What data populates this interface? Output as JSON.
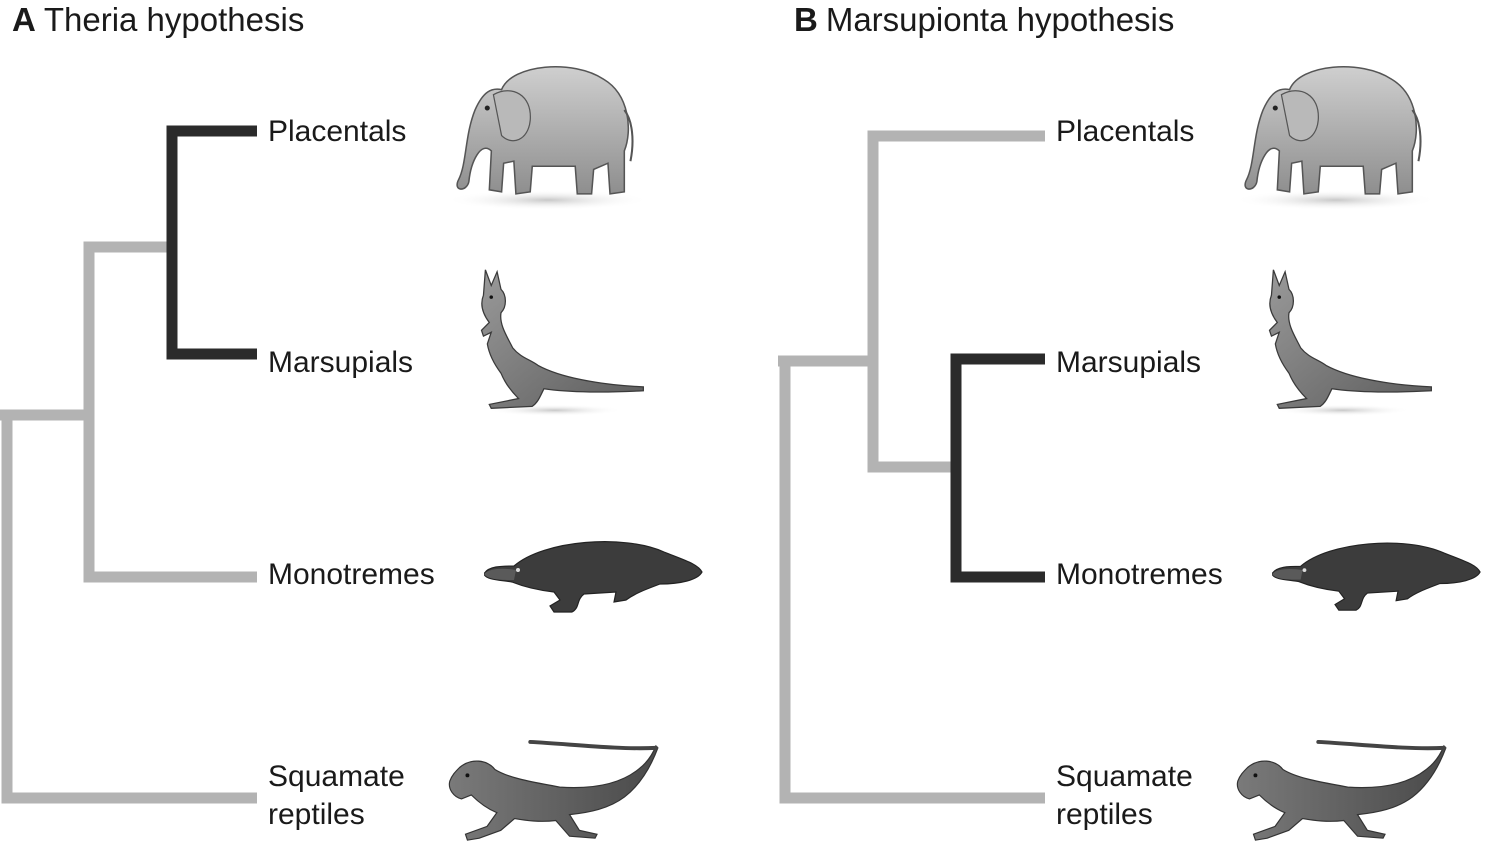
{
  "panels": [
    {
      "letter": "A",
      "title": "Theria hypothesis",
      "taxa": {
        "placentals": "Placentals",
        "marsupials": "Marsupials",
        "monotremes": "Monotremes",
        "squamates_line1": "Squamate",
        "squamates_line2": "reptiles"
      },
      "highlighted_clade": [
        "Placentals",
        "Marsupials"
      ]
    },
    {
      "letter": "B",
      "title": "Marsupionta hypothesis",
      "taxa": {
        "placentals": "Placentals",
        "marsupials": "Marsupials",
        "monotremes": "Monotremes",
        "squamates_line1": "Squamate",
        "squamates_line2": "reptiles"
      },
      "highlighted_clade": [
        "Marsupials",
        "Monotremes"
      ]
    }
  ],
  "colors": {
    "branch_gray": "#b3b3b3",
    "branch_dark": "#2b2b2b"
  },
  "icons": [
    "elephant-icon",
    "kangaroo-icon",
    "platypus-icon",
    "iguana-icon"
  ]
}
